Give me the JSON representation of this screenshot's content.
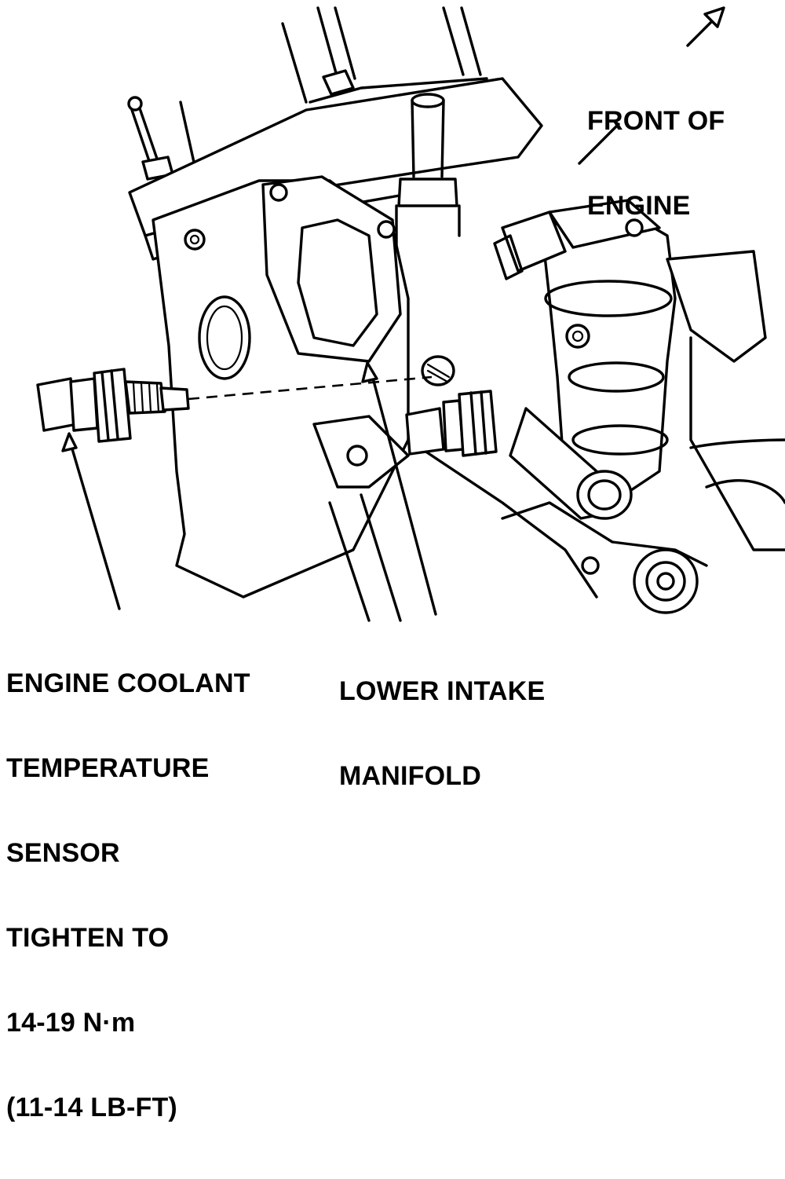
{
  "callouts": {
    "front_of_engine": [
      "FRONT OF",
      "ENGINE"
    ],
    "sensor": [
      "ENGINE COOLANT",
      "TEMPERATURE",
      "SENSOR",
      "TIGHTEN TO",
      "14-19 N·m",
      "(11-14 LB-FT)"
    ],
    "manifold": [
      "LOWER INTAKE",
      "MANIFOLD"
    ]
  },
  "colors": {
    "ink": "#000000",
    "paper": "#ffffff"
  },
  "icons": {
    "direction_arrow": "arrow-up-right-icon"
  }
}
